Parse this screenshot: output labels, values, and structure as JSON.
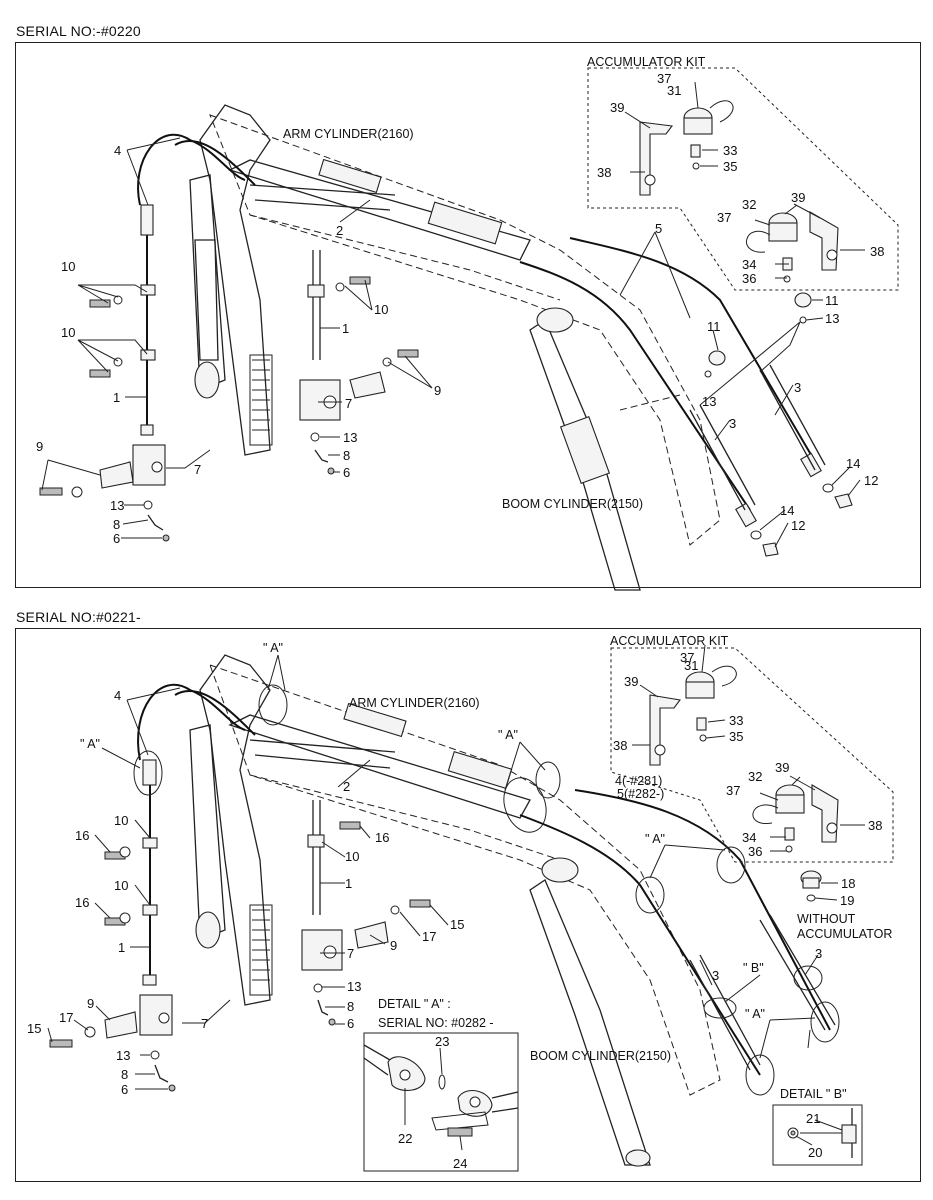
{
  "top": {
    "serial": "SERIAL NO:-#0220",
    "labels": {
      "arm_cylinder": "ARM CYLINDER(2160)",
      "boom_cylinder": "BOOM CYLINDER(2150)",
      "accumulator_kit": "ACCUMULATOR KIT"
    },
    "callouts": [
      "4",
      "10",
      "10",
      "1",
      "9",
      "13",
      "8",
      "6",
      "7",
      "2",
      "1",
      "10",
      "9",
      "7",
      "13",
      "8",
      "6",
      "37",
      "31",
      "39",
      "38",
      "33",
      "35",
      "32",
      "39",
      "37",
      "38",
      "34",
      "36",
      "5",
      "11",
      "13",
      "11",
      "13",
      "3",
      "3",
      "14",
      "12",
      "14",
      "12"
    ]
  },
  "bottom": {
    "serial": "SERIAL NO:#0221-",
    "labels": {
      "arm_cylinder": "ARM CYLINDER(2160)",
      "boom_cylinder": "BOOM CYLINDER(2150)",
      "accumulator_kit": "ACCUMULATOR KIT",
      "detail_a_title": "DETAIL  \" A\" :",
      "detail_a_serial": "SERIAL NO: #0282 -",
      "detail_b_title": "DETAIL \" B\"",
      "without_accumulator_1": "WITHOUT",
      "without_accumulator_2": "ACCUMULATOR",
      "a_marker": "\" A\"",
      "b_marker": "\" B\"",
      "hose_4": "4(-#281)",
      "hose_5": "5(#282-)"
    },
    "callouts": [
      "4",
      "16",
      "10",
      "10",
      "16",
      "1",
      "15",
      "17",
      "9",
      "7",
      "13",
      "8",
      "6",
      "2",
      "1",
      "10",
      "16",
      "15",
      "17",
      "9",
      "7",
      "13",
      "8",
      "6",
      "37",
      "31",
      "39",
      "38",
      "33",
      "35",
      "32",
      "39",
      "37",
      "38",
      "34",
      "36",
      "18",
      "19",
      "3",
      "3",
      "23",
      "22",
      "24",
      "21",
      "20"
    ]
  }
}
